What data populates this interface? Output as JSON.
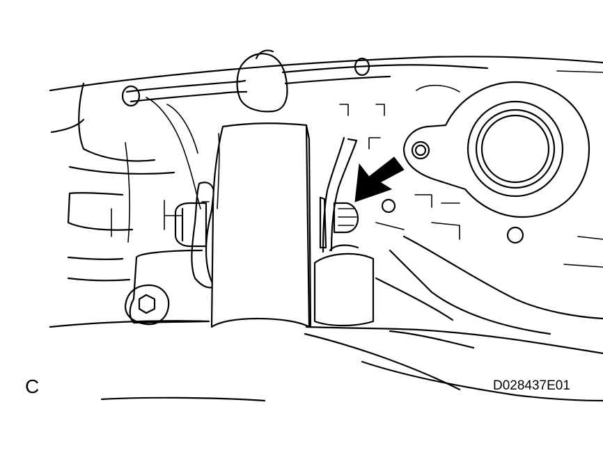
{
  "diagram": {
    "view_label": "C",
    "drawing_code": "D028437E01",
    "icons": [
      "bracket-assembly",
      "fastener-bolt",
      "hex-bolt-head",
      "flange-port",
      "pointer-arrow"
    ]
  }
}
